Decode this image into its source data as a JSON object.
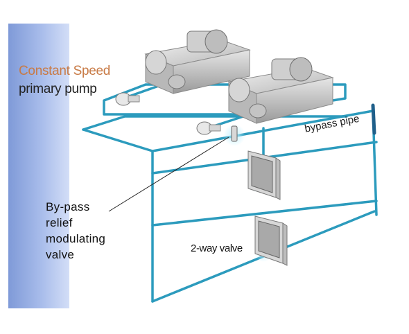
{
  "labels": {
    "constant_speed": "Constant Speed",
    "primary_pump": "primary pump",
    "bypass_valve_lines": [
      "By-pass",
      "relief",
      "modulating",
      "valve"
    ],
    "bypass_pipe": "bypass pipe",
    "two_way_valve": "2-way valve"
  },
  "colors": {
    "pipe": "#2c9bbd",
    "pipe_dark": "#1f7f9f",
    "title_accent": "#c87a45",
    "panel": "#8fa8e0",
    "equipment": "#c9c9c9"
  }
}
